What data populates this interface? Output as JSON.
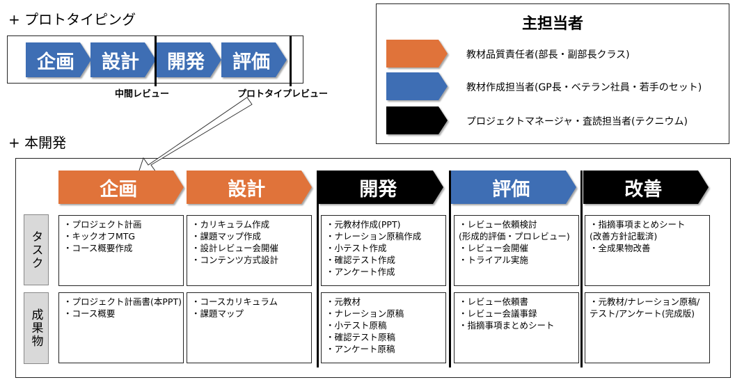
{
  "proto": {
    "heading": "+ プロトタイピング",
    "phases": [
      {
        "label": "企画",
        "color": "#3e6eb4"
      },
      {
        "label": "設計",
        "color": "#3e6eb4"
      },
      {
        "label": "開発",
        "color": "#3e6eb4"
      },
      {
        "label": "評価",
        "color": "#3e6eb4"
      }
    ],
    "review_mid": "中間レビュー",
    "review_proto": "プロトタイプレビュー"
  },
  "legend": {
    "title": "主担当者",
    "items": [
      {
        "label": "教材品質責任者(部長・副部長クラス)",
        "color": "#e0733a"
      },
      {
        "label": "教材作成担当者(GP長・ベテラン社員・若手のセット)",
        "color": "#3e6eb4"
      },
      {
        "label": "プロジェクトマネージャ・査読担当者(テクニウム)",
        "color": "#000000"
      }
    ]
  },
  "main": {
    "heading": "+ 本開発",
    "phases": [
      {
        "label": "企画",
        "color": "#e0733a"
      },
      {
        "label": "設計",
        "color": "#e0733a"
      },
      {
        "label": "開発",
        "color": "#000000"
      },
      {
        "label": "評価",
        "color": "#3e6eb4"
      },
      {
        "label": "改善",
        "color": "#000000"
      }
    ],
    "row_labels": [
      "タスク",
      "成果物"
    ],
    "tasks": [
      [
        "・プロジェクト計画",
        "・キックオフMTG",
        "・コース概要作成"
      ],
      [
        "・カリキュラム作成",
        "・課題マップ作成",
        "・設計レビュー会開催",
        "・コンテンツ方式設計"
      ],
      [
        "・元教材作成(PPT)",
        "・ナレーション原稿作成",
        "・小テスト作成",
        "・確認テスト作成",
        "・アンケート作成"
      ],
      [
        "・レビュー依頼検討",
        "(形成的評価・プロレビュー)",
        "・レビュー会開催",
        "・トライアル実施"
      ],
      [
        "・指摘事項まとめシート",
        "(改善方針記載済)",
        "・全成果物改善"
      ]
    ],
    "deliverables": [
      [
        "・プロジェクト計画書(本PPT)",
        "・コース概要"
      ],
      [
        "・コースカリキュラム",
        "・課題マップ"
      ],
      [
        "・元教材",
        "・ナレーション原稿",
        "・小テスト原稿",
        "・確認テスト原稿",
        "・アンケート原稿"
      ],
      [
        "・レビュー依頼書",
        "・レビュー会議事録",
        "・指摘事項まとめシート"
      ],
      [
        "・元教材/ナレーション原稿/",
        "テスト/アンケート(完成版)"
      ]
    ]
  }
}
